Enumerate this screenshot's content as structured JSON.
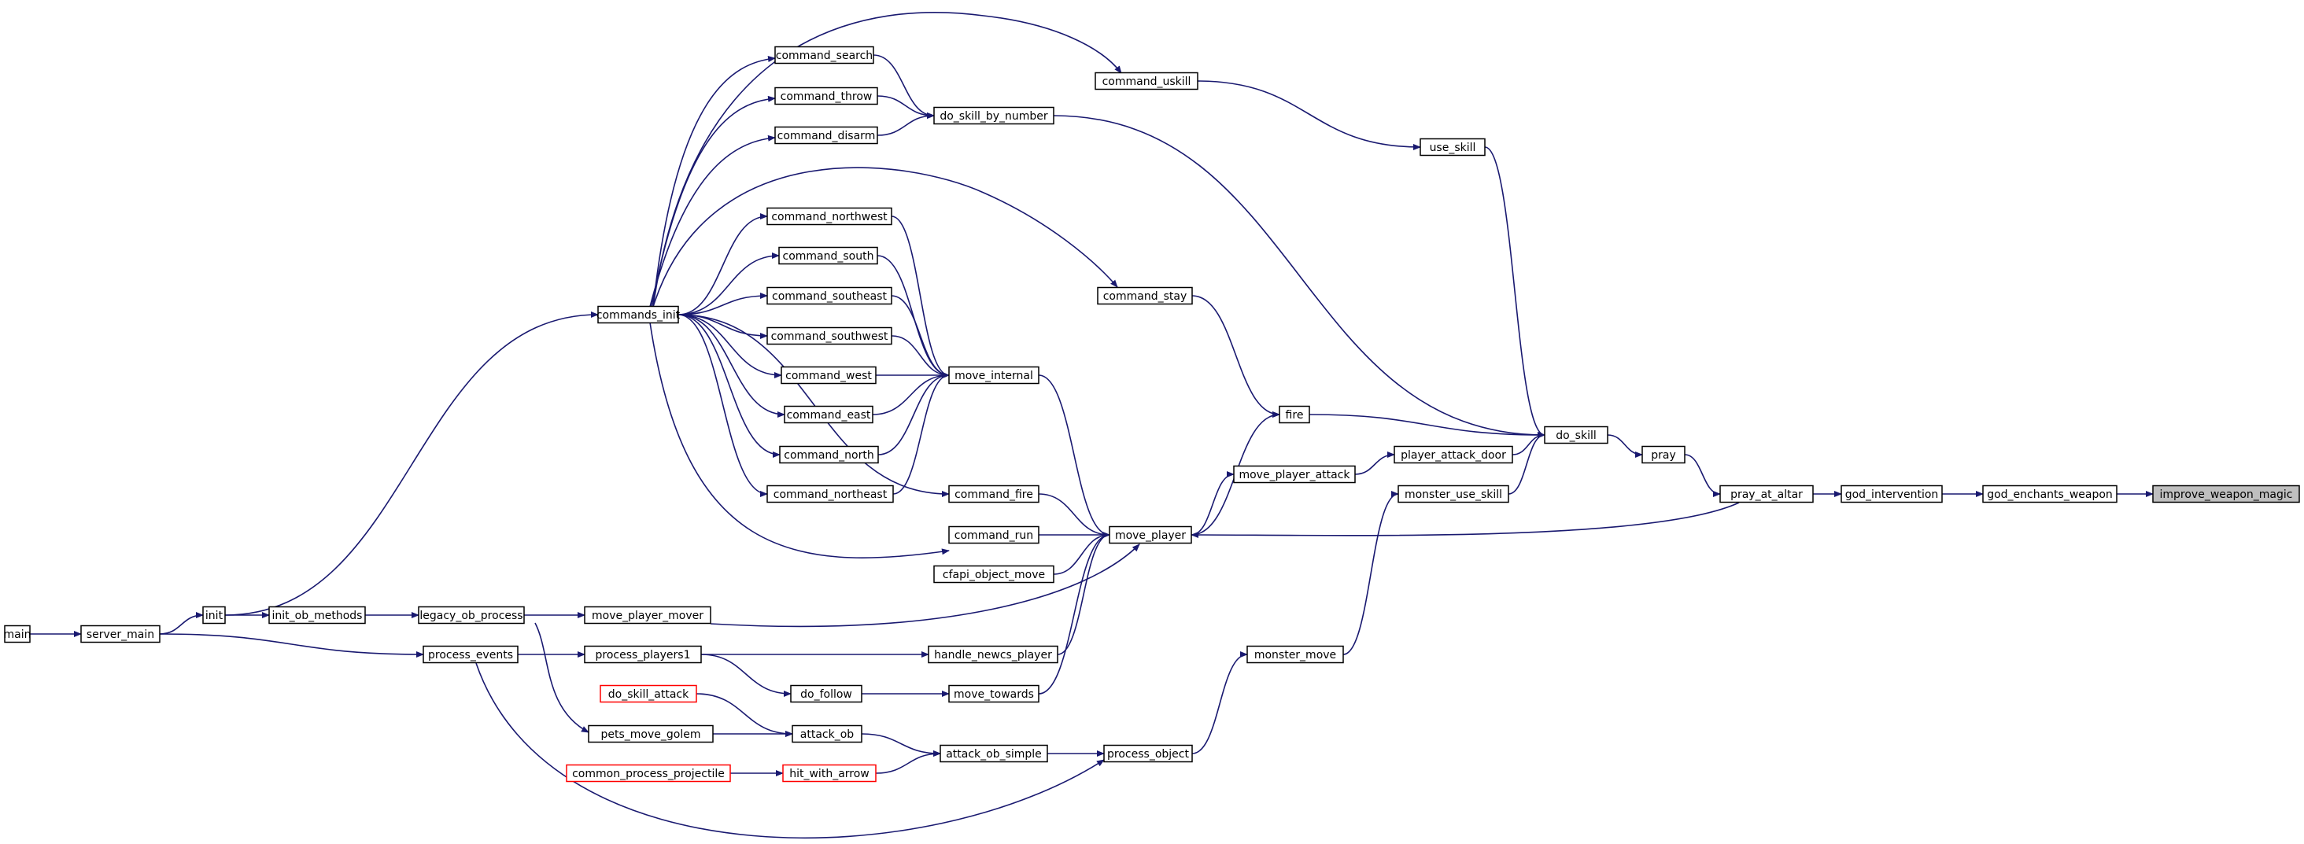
{
  "colors": {
    "edge": "#191970",
    "node_border": "#000000",
    "missing_border": "#ff0000",
    "highlight_fill": "#bfbfbf"
  },
  "nodes": [
    {
      "id": "main",
      "label": "main"
    },
    {
      "id": "server_main",
      "label": "server_main"
    },
    {
      "id": "init",
      "label": "init"
    },
    {
      "id": "init_ob_methods",
      "label": "init_ob_methods"
    },
    {
      "id": "legacy_ob_process",
      "label": "legacy_ob_process"
    },
    {
      "id": "process_events",
      "label": "process_events"
    },
    {
      "id": "commands_init",
      "label": "commands_init"
    },
    {
      "id": "command_search",
      "label": "command_search"
    },
    {
      "id": "command_throw",
      "label": "command_throw"
    },
    {
      "id": "command_disarm",
      "label": "command_disarm"
    },
    {
      "id": "command_northwest",
      "label": "command_northwest"
    },
    {
      "id": "command_south",
      "label": "command_south"
    },
    {
      "id": "command_southeast",
      "label": "command_southeast"
    },
    {
      "id": "command_southwest",
      "label": "command_southwest"
    },
    {
      "id": "command_west",
      "label": "command_west"
    },
    {
      "id": "command_east",
      "label": "command_east"
    },
    {
      "id": "command_north",
      "label": "command_north"
    },
    {
      "id": "command_northeast",
      "label": "command_northeast"
    },
    {
      "id": "move_player_mover",
      "label": "move_player_mover"
    },
    {
      "id": "process_players1",
      "label": "process_players1"
    },
    {
      "id": "do_skill_attack",
      "label": "do_skill_attack",
      "missing": true
    },
    {
      "id": "pets_move_golem",
      "label": "pets_move_golem"
    },
    {
      "id": "common_process_projectile",
      "label": "common_process_projectile",
      "missing": true
    },
    {
      "id": "do_follow",
      "label": "do_follow"
    },
    {
      "id": "attack_ob",
      "label": "attack_ob"
    },
    {
      "id": "hit_with_arrow",
      "label": "hit_with_arrow",
      "missing": true
    },
    {
      "id": "do_skill_by_number",
      "label": "do_skill_by_number"
    },
    {
      "id": "move_internal",
      "label": "move_internal"
    },
    {
      "id": "command_fire",
      "label": "command_fire"
    },
    {
      "id": "command_run",
      "label": "command_run"
    },
    {
      "id": "cfapi_object_move",
      "label": "cfapi_object_move"
    },
    {
      "id": "handle_newcs_player",
      "label": "handle_newcs_player"
    },
    {
      "id": "move_towards",
      "label": "move_towards"
    },
    {
      "id": "attack_ob_simple",
      "label": "attack_ob_simple"
    },
    {
      "id": "command_uskill",
      "label": "command_uskill"
    },
    {
      "id": "command_stay",
      "label": "command_stay"
    },
    {
      "id": "move_player",
      "label": "move_player"
    },
    {
      "id": "process_object",
      "label": "process_object"
    },
    {
      "id": "fire",
      "label": "fire"
    },
    {
      "id": "move_player_attack",
      "label": "move_player_attack"
    },
    {
      "id": "monster_move",
      "label": "monster_move"
    },
    {
      "id": "use_skill",
      "label": "use_skill"
    },
    {
      "id": "player_attack_door",
      "label": "player_attack_door"
    },
    {
      "id": "monster_use_skill",
      "label": "monster_use_skill"
    },
    {
      "id": "do_skill",
      "label": "do_skill"
    },
    {
      "id": "pray",
      "label": "pray"
    },
    {
      "id": "pray_at_altar",
      "label": "pray_at_altar"
    },
    {
      "id": "god_intervention",
      "label": "god_intervention"
    },
    {
      "id": "god_enchants_weapon",
      "label": "god_enchants_weapon"
    },
    {
      "id": "improve_weapon_magic",
      "label": "improve_weapon_magic",
      "highlighted": true
    }
  ],
  "edges": [
    [
      "main",
      "server_main"
    ],
    [
      "server_main",
      "init"
    ],
    [
      "server_main",
      "process_events"
    ],
    [
      "init",
      "commands_init"
    ],
    [
      "init",
      "init_ob_methods"
    ],
    [
      "init_ob_methods",
      "legacy_ob_process"
    ],
    [
      "legacy_ob_process",
      "move_player_mover"
    ],
    [
      "legacy_ob_process",
      "pets_move_golem"
    ],
    [
      "process_events",
      "process_players1"
    ],
    [
      "process_events",
      "process_object"
    ],
    [
      "commands_init",
      "command_search"
    ],
    [
      "commands_init",
      "command_throw"
    ],
    [
      "commands_init",
      "command_disarm"
    ],
    [
      "commands_init",
      "command_uskill"
    ],
    [
      "commands_init",
      "command_stay"
    ],
    [
      "commands_init",
      "command_northwest"
    ],
    [
      "commands_init",
      "command_south"
    ],
    [
      "commands_init",
      "command_southeast"
    ],
    [
      "commands_init",
      "command_southwest"
    ],
    [
      "commands_init",
      "command_west"
    ],
    [
      "commands_init",
      "command_east"
    ],
    [
      "commands_init",
      "command_north"
    ],
    [
      "commands_init",
      "command_northeast"
    ],
    [
      "commands_init",
      "command_fire"
    ],
    [
      "commands_init",
      "command_run"
    ],
    [
      "command_search",
      "do_skill_by_number"
    ],
    [
      "command_throw",
      "do_skill_by_number"
    ],
    [
      "command_disarm",
      "do_skill_by_number"
    ],
    [
      "command_northwest",
      "move_internal"
    ],
    [
      "command_south",
      "move_internal"
    ],
    [
      "command_southeast",
      "move_internal"
    ],
    [
      "command_southwest",
      "move_internal"
    ],
    [
      "command_west",
      "move_internal"
    ],
    [
      "command_east",
      "move_internal"
    ],
    [
      "command_north",
      "move_internal"
    ],
    [
      "command_northeast",
      "move_internal"
    ],
    [
      "move_player_mover",
      "move_player"
    ],
    [
      "process_players1",
      "handle_newcs_player"
    ],
    [
      "process_players1",
      "do_follow"
    ],
    [
      "do_skill_attack",
      "attack_ob"
    ],
    [
      "pets_move_golem",
      "attack_ob"
    ],
    [
      "common_process_projectile",
      "hit_with_arrow"
    ],
    [
      "do_follow",
      "move_towards"
    ],
    [
      "attack_ob",
      "attack_ob_simple"
    ],
    [
      "hit_with_arrow",
      "attack_ob_simple"
    ],
    [
      "do_skill_by_number",
      "do_skill"
    ],
    [
      "move_internal",
      "move_player"
    ],
    [
      "command_fire",
      "move_player"
    ],
    [
      "command_run",
      "move_player"
    ],
    [
      "cfapi_object_move",
      "move_player"
    ],
    [
      "handle_newcs_player",
      "move_player"
    ],
    [
      "move_towards",
      "move_player"
    ],
    [
      "attack_ob_simple",
      "process_object"
    ],
    [
      "command_uskill",
      "use_skill"
    ],
    [
      "command_stay",
      "fire"
    ],
    [
      "move_player",
      "fire"
    ],
    [
      "move_player",
      "move_player_attack"
    ],
    [
      "process_object",
      "monster_move"
    ],
    [
      "fire",
      "do_skill"
    ],
    [
      "move_player_attack",
      "player_attack_door"
    ],
    [
      "monster_move",
      "monster_use_skill"
    ],
    [
      "use_skill",
      "do_skill"
    ],
    [
      "player_attack_door",
      "do_skill"
    ],
    [
      "monster_use_skill",
      "do_skill"
    ],
    [
      "do_skill",
      "pray"
    ],
    [
      "pray",
      "pray_at_altar"
    ],
    [
      "pray_at_altar",
      "god_intervention"
    ],
    [
      "pray_at_altar",
      "move_player"
    ],
    [
      "god_intervention",
      "god_enchants_weapon"
    ],
    [
      "god_enchants_weapon",
      "improve_weapon_magic"
    ]
  ]
}
